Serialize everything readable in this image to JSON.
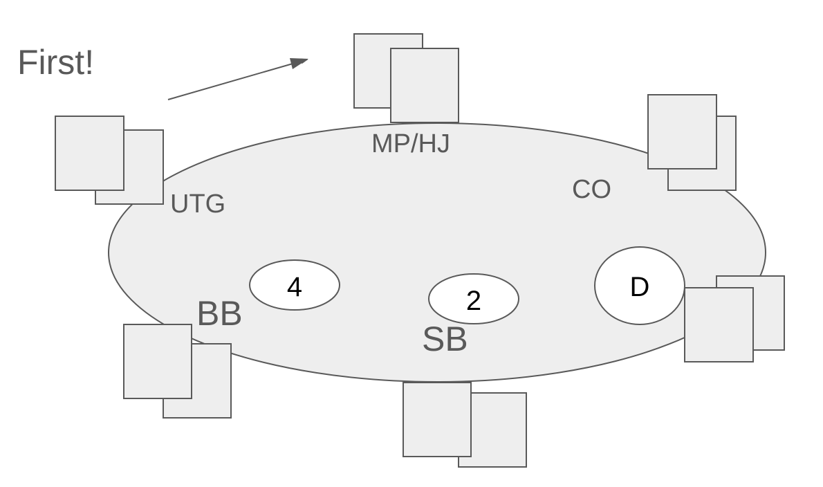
{
  "annotation": {
    "text": "First!"
  },
  "positions": {
    "utg": "UTG",
    "mp_hj": "MP/HJ",
    "co": "CO",
    "bb": "BB",
    "sb": "SB"
  },
  "chips": {
    "bb_chip": "4",
    "sb_chip": "2",
    "dealer_button": "D"
  },
  "colors": {
    "table_fill": "#eeeeee",
    "outline": "#595959",
    "label_text": "#595959",
    "chip_fill": "#ffffff",
    "chip_text": "#000000"
  }
}
